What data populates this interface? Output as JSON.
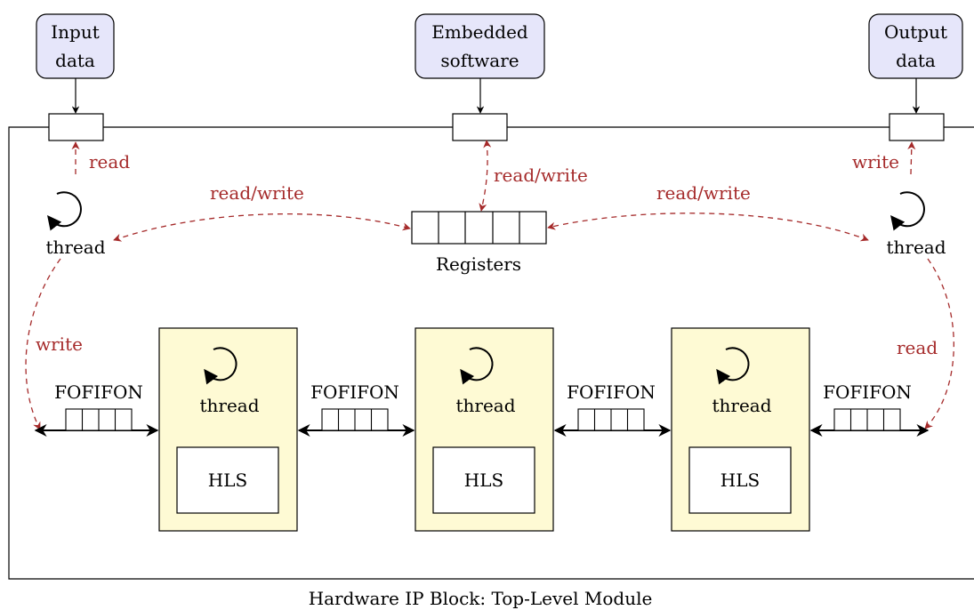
{
  "io": {
    "input": [
      "Input",
      "data"
    ],
    "embedded": [
      "Embedded",
      "software"
    ],
    "output": [
      "Output",
      "data"
    ]
  },
  "edge_labels": {
    "read_left": "read",
    "read_write_center": "read/write",
    "write_right": "write",
    "read_write_left": "read/write",
    "read_write_right": "read/write",
    "write_left_fifo": "write",
    "read_right_fifo": "read"
  },
  "threads": {
    "left": "thread",
    "right": "thread",
    "block1": "thread",
    "block2": "thread",
    "block3": "thread"
  },
  "registers_label": "Registers",
  "fifo_labels": [
    "FOFIFON",
    "FOFIFON",
    "FOFIFON",
    "FOFIFON"
  ],
  "hls_labels": [
    "HLS",
    "HLS",
    "HLS"
  ],
  "caption": "Hardware IP Block: Top-Level Module",
  "colors": {
    "io_fill": "#e6e6fa",
    "block_fill": "#fefad4",
    "dashed_arrow": "#a52a2a"
  }
}
